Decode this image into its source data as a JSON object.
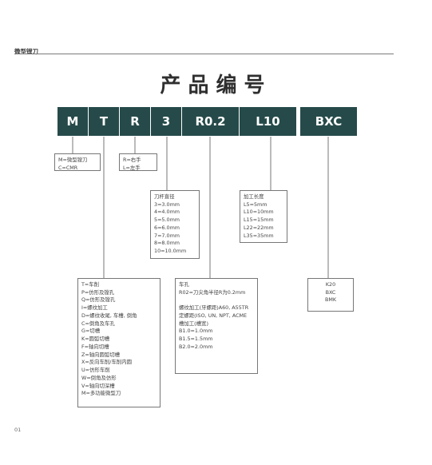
{
  "header": {
    "title": "微型镗刀"
  },
  "title": "产品编号",
  "codes": [
    "M",
    "T",
    "R",
    "3",
    "R0.2",
    "L10",
    "BXC"
  ],
  "boxes": {
    "type": [
      "M=微型镗刀",
      "C=CMR"
    ],
    "hand": [
      "R=右手",
      "L=左手"
    ],
    "diameter": [
      "刀杆直径",
      "3=3.0mm",
      "4=4.0mm",
      "5=5.0mm",
      "6=6.0mm",
      "7=7.0mm",
      "8=8.0mm",
      "10=10.0mm"
    ],
    "length": [
      "加工长度",
      "L5=5mm",
      "L10=10mm",
      "L15=15mm",
      "L22=22mm",
      "L35=35mm"
    ],
    "application": [
      "T=车削",
      "P=仿形及镗孔",
      "Q=仿形及镗孔",
      "I=螺纹加工",
      "D=螺纹收尾, 车槽, 倒角",
      "C=倒角及车孔",
      "G=切槽",
      "K=圆弧切槽",
      "F=轴向切槽",
      "Z=轴向圆弧切槽",
      "X=反向车削/车削内圆",
      "U=仿形车削",
      "W=倒角及仿形",
      "V=轴向切深槽",
      "M=多功能微型刀"
    ],
    "radius": [
      "车孔",
      "R02=刀尖角半径R为0.2mm",
      "",
      "螺纹加工(牙螺距)A60, A55TR",
      "定螺距(ISO, UN, NPT, ACME",
      "槽加工(槽宽)",
      "B1.0=1.0mm",
      "B1.5=1.5mm",
      "B2.0=2.0mm"
    ],
    "grade": [
      "K20",
      "BXC",
      "BMK"
    ]
  },
  "footer": {
    "page": "01"
  },
  "colors": {
    "code_bg": "#264a4a",
    "line": "#777777"
  }
}
